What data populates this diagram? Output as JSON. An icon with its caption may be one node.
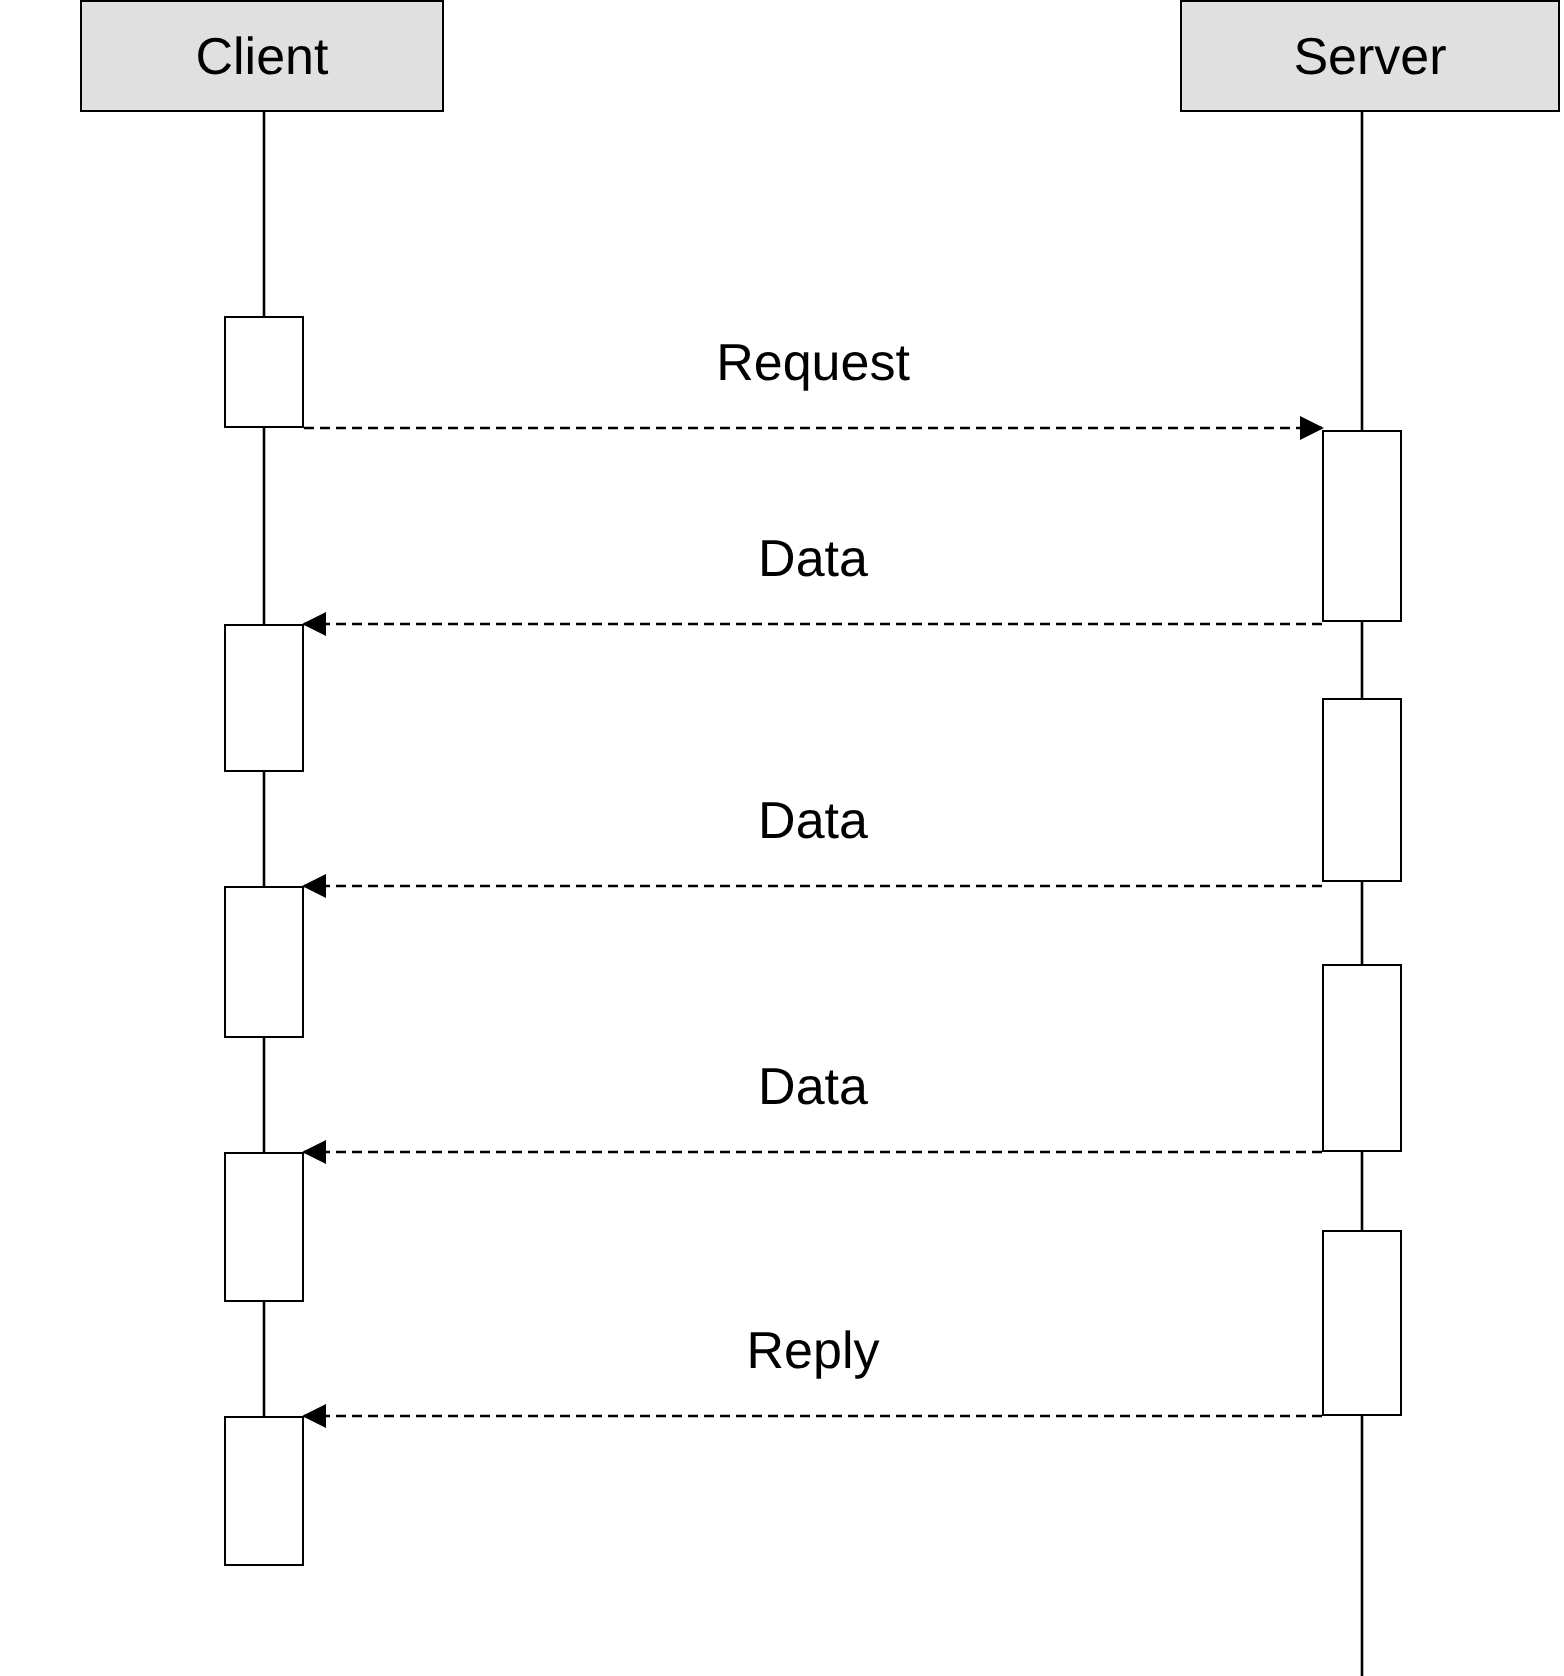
{
  "diagram": {
    "nodes": [
      {
        "text": [
          "Client"
        ]
      },
      {
        "text": [
          "Server"
        ]
      },
      {
        "text": [],
        "shape": "box"
      },
      {
        "text": [],
        "shape": "box"
      },
      {
        "text": [],
        "shape": "box"
      },
      {
        "text": [],
        "shape": "box"
      },
      {
        "text": [],
        "shape": "box"
      },
      {
        "text": [],
        "shape": "box"
      },
      {
        "text": [],
        "shape": "box"
      },
      {
        "text": [],
        "shape": "box"
      },
      {
        "text": [],
        "shape": "box"
      }
    ],
    "edges": [
      {
        "from": 2,
        "to": 3,
        "arrow": "to",
        "label": "Request",
        "style": "dashed"
      },
      {
        "from": 3,
        "to": 4,
        "arrow": "to",
        "label": "Data",
        "style": "dashed"
      },
      {
        "from": 5,
        "to": 6,
        "arrow": "to",
        "label": "Data",
        "style": "dashed"
      },
      {
        "from": 7,
        "to": 8,
        "arrow": "to",
        "label": "Data",
        "style": "dashed"
      },
      {
        "from": 9,
        "to": 10,
        "arrow": "to",
        "label": "Reply",
        "style": "dashed"
      },
      {
        "from": 0,
        "to": 2,
        "arrow": "none"
      },
      {
        "from": 2,
        "to": 4,
        "arrow": "none"
      },
      {
        "from": 4,
        "to": 6,
        "arrow": "none"
      },
      {
        "from": 6,
        "to": 8,
        "arrow": "none"
      },
      {
        "from": 8,
        "to": 10,
        "arrow": "none"
      },
      {
        "from": 1,
        "to": 3,
        "arrow": "none"
      },
      {
        "from": 3,
        "to": 5,
        "arrow": "none"
      },
      {
        "from": 5,
        "to": 7,
        "arrow": "none"
      },
      {
        "from": 7,
        "to": 9,
        "arrow": "none"
      },
      {
        "from": 9,
        "to": null,
        "arrow": "none"
      }
    ]
  }
}
